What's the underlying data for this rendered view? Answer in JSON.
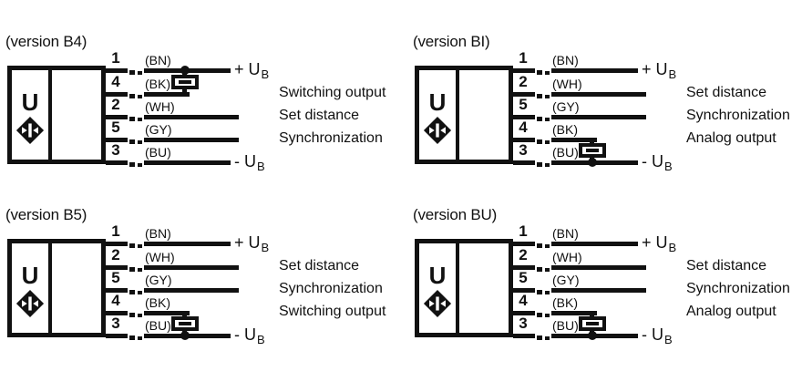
{
  "colors": {
    "ink": "#111111",
    "background": "#ffffff"
  },
  "diagrams": [
    {
      "version": "B4",
      "title": "(version B4)",
      "symbol": "U",
      "pins": [
        {
          "number": "1",
          "color": "(BN)"
        },
        {
          "number": "4",
          "color": "(BK)"
        },
        {
          "number": "2",
          "color": "(WH)"
        },
        {
          "number": "5",
          "color": "(GY)"
        },
        {
          "number": "3",
          "color": "(BU)"
        }
      ],
      "terminal_positive": {
        "main": "+ U",
        "sub": "B"
      },
      "terminal_negative": {
        "main": "- U",
        "sub": "B"
      },
      "functions": [
        "Switching output",
        "Set distance",
        "Synchronization"
      ],
      "load_resistor": {
        "from_pin": "4 (BK)",
        "to": "+ UB"
      }
    },
    {
      "version": "BI",
      "title": "(version BI)",
      "symbol": "U",
      "pins": [
        {
          "number": "1",
          "color": "(BN)"
        },
        {
          "number": "2",
          "color": "(WH)"
        },
        {
          "number": "5",
          "color": "(GY)"
        },
        {
          "number": "4",
          "color": "(BK)"
        },
        {
          "number": "3",
          "color": "(BU)"
        }
      ],
      "terminal_positive": {
        "main": "+ U",
        "sub": "B"
      },
      "terminal_negative": {
        "main": "- U",
        "sub": "B"
      },
      "functions": [
        "Set distance",
        "Synchronization",
        "Analog output"
      ],
      "load_resistor": {
        "from_pin": "4 (BK)",
        "to": "- UB"
      }
    },
    {
      "version": "B5",
      "title": "(version B5)",
      "symbol": "U",
      "pins": [
        {
          "number": "1",
          "color": "(BN)"
        },
        {
          "number": "2",
          "color": "(WH)"
        },
        {
          "number": "5",
          "color": "(GY)"
        },
        {
          "number": "4",
          "color": "(BK)"
        },
        {
          "number": "3",
          "color": "(BU)"
        }
      ],
      "terminal_positive": {
        "main": "+ U",
        "sub": "B"
      },
      "terminal_negative": {
        "main": "- U",
        "sub": "B"
      },
      "functions": [
        "Set distance",
        "Synchronization",
        "Switching output"
      ],
      "load_resistor": {
        "from_pin": "4 (BK)",
        "to": "- UB"
      }
    },
    {
      "version": "BU",
      "title": "(version BU)",
      "symbol": "U",
      "pins": [
        {
          "number": "1",
          "color": "(BN)"
        },
        {
          "number": "2",
          "color": "(WH)"
        },
        {
          "number": "5",
          "color": "(GY)"
        },
        {
          "number": "4",
          "color": "(BK)"
        },
        {
          "number": "3",
          "color": "(BU)"
        }
      ],
      "terminal_positive": {
        "main": "+ U",
        "sub": "B"
      },
      "terminal_negative": {
        "main": "- U",
        "sub": "B"
      },
      "functions": [
        "Set distance",
        "Synchronization",
        "Analog output"
      ],
      "load_resistor": {
        "from_pin": "4 (BK)",
        "to": "- UB"
      }
    }
  ]
}
